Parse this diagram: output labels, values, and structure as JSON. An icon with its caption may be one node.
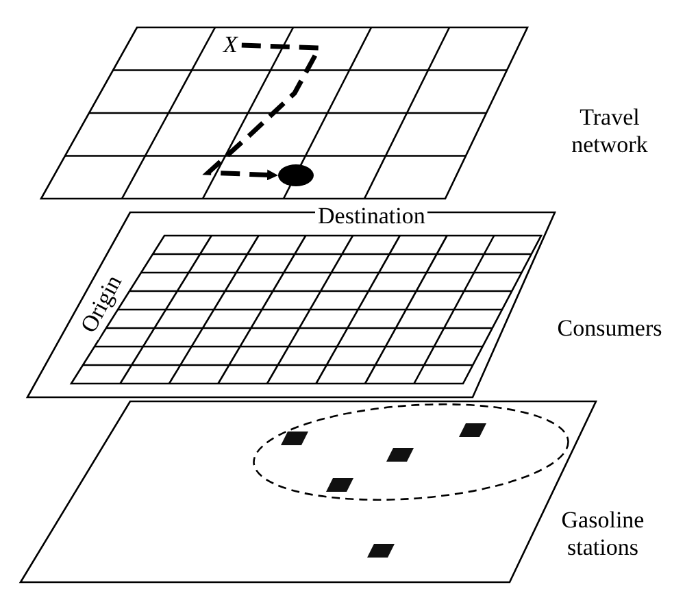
{
  "diagram": {
    "nodes": [
      {
        "text": [
          "X"
        ]
      },
      {
        "text": [],
        "shape": "circle"
      }
    ],
    "edges": [
      {
        "from": 0,
        "to": 1,
        "arrow": "to",
        "style": "dashed"
      }
    ],
    "labels": [
      "Travel network",
      "Destination",
      "Origin",
      "Consumers",
      "Gasoline stations"
    ]
  }
}
